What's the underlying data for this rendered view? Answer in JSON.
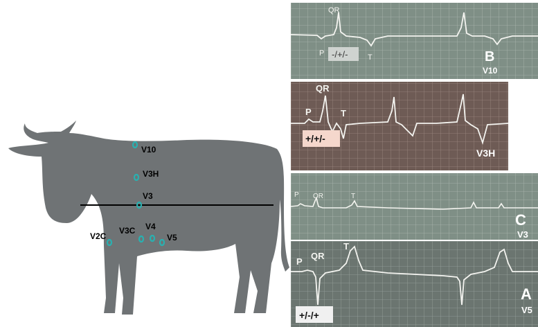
{
  "cow": {
    "electrode_color": "#2ab0b0",
    "body_color": "#6f7375",
    "electrodes": [
      "V10",
      "V3H",
      "V3",
      "V2C",
      "V3C",
      "V4",
      "V5"
    ]
  },
  "panels": [
    {
      "id": "B",
      "letter": "B",
      "lead": "V10",
      "polarity": "-/+/-",
      "wave_labels": {
        "p": "P",
        "qr": "QR",
        "t": "T"
      }
    },
    {
      "id": "V3H",
      "letter": "",
      "lead": "V3H",
      "polarity": "+/+/-",
      "wave_labels": {
        "p": "P",
        "qr": "QR",
        "t": "T"
      }
    },
    {
      "id": "C",
      "letter": "C",
      "lead": "V3",
      "polarity": "",
      "wave_labels": {
        "p": "P",
        "qr": "QR",
        "t": "T"
      }
    },
    {
      "id": "A",
      "letter": "A",
      "lead": "V5",
      "polarity": "+/-/+",
      "wave_labels": {
        "p": "P",
        "qr": "QR",
        "t": "T"
      }
    }
  ]
}
